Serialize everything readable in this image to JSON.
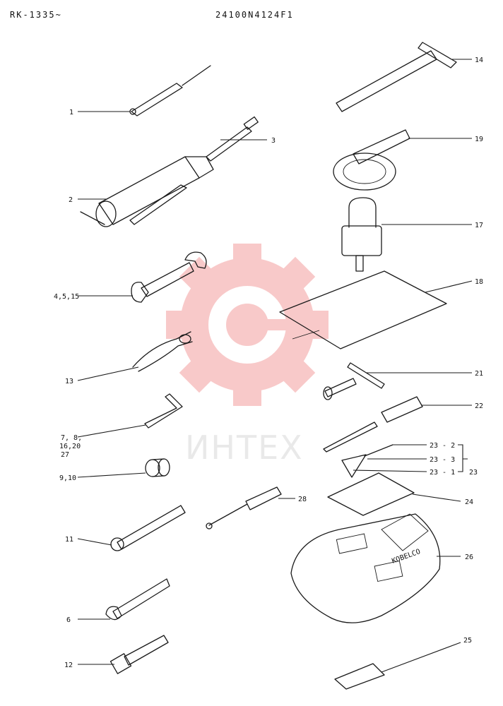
{
  "header": {
    "left_code": "RK-1335~",
    "right_code": "24100N4124F1"
  },
  "watermark": {
    "text": "ИНТЕХ",
    "color": "#f08a8a"
  },
  "labels": {
    "p1": "1",
    "p2": "2",
    "p3": "3",
    "p4": "4,5,15",
    "p13": "13",
    "p7a": "7, 8,",
    "p7b": "16,20",
    "p7c": "27",
    "p9": "9,10",
    "p11": "11",
    "p6": "6",
    "p12": "12",
    "p28": "28",
    "p14": "14",
    "p19": "19",
    "p17": "17",
    "p18": "18",
    "p21": "21",
    "p22": "22",
    "p23_2": "23 - 2",
    "p23_3": "23 - 3",
    "p23_1": "23 - 1",
    "p23": "23",
    "p24": "24",
    "p26": "26",
    "p25": "25",
    "bag_brand": "KOBELCO"
  }
}
